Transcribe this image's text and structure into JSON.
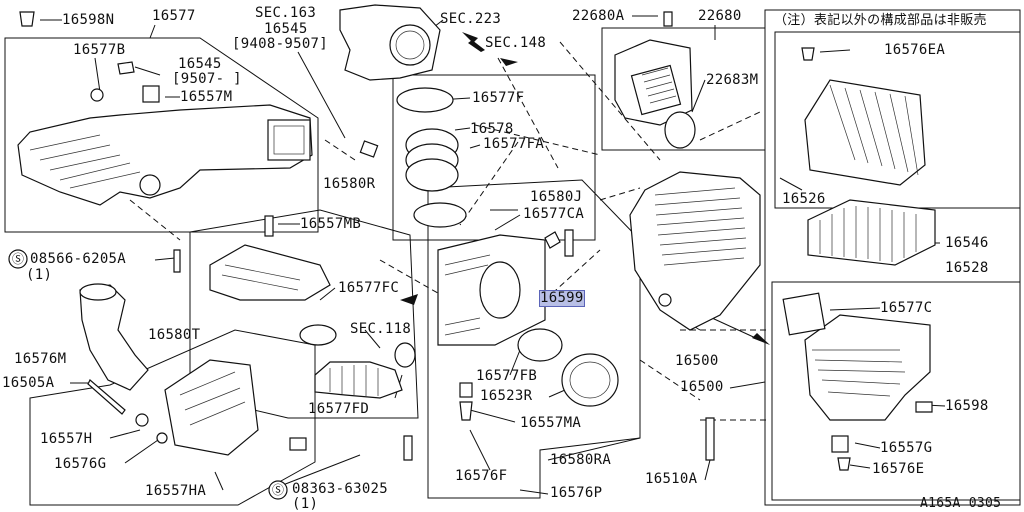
{
  "diagram": {
    "note": "（注）表記以外の構成部品は非販売",
    "figure_code": "A165A 0305",
    "highlighted_part": "16599",
    "labels": {
      "l16598N": "16598N",
      "l16577": "16577",
      "l16577B": "16577B",
      "l16545a": "16545",
      "l9507": "[9507-  ]",
      "l16557M": "16557M",
      "lSEC163": "SEC.163",
      "l16545b": "16545",
      "l9408": "[9408-9507]",
      "lSEC223": "SEC.223",
      "lSEC148": "SEC.148",
      "l22680A": "22680A",
      "l22680": "22680",
      "l22683M": "22683M",
      "l16576EA": "16576EA",
      "l16577F": "16577F",
      "l16578": "16578",
      "l16577FA": "16577FA",
      "l16580R": "16580R",
      "l16580J": "16580J",
      "l16577CA": "16577CA",
      "l16526": "16526",
      "l16546": "16546",
      "l16528": "16528",
      "l16557MB": "16557MB",
      "l08566": "08566-6205A",
      "l08566q": "(1)",
      "l16577FC": "16577FC",
      "l16599": "16599",
      "l16577C": "16577C",
      "lSEC118": "SEC.118",
      "l16580T": "16580T",
      "l16576M": "16576M",
      "l16505A": "16505A",
      "l16500a": "16500",
      "l16500b": "16500",
      "l16577FB": "16577FB",
      "l16523R": "16523R",
      "l16577FD": "16577FD",
      "l16598": "16598",
      "l16557MA": "16557MA",
      "l16557H": "16557H",
      "l16576G": "16576G",
      "l16557G": "16557G",
      "l16580RA": "16580RA",
      "l16576F": "16576F",
      "l16510A": "16510A",
      "l16576E": "16576E",
      "l16557HA": "16557HA",
      "l08363": "08363-63025",
      "l08363q": "(1)",
      "l16576P": "16576P"
    }
  }
}
